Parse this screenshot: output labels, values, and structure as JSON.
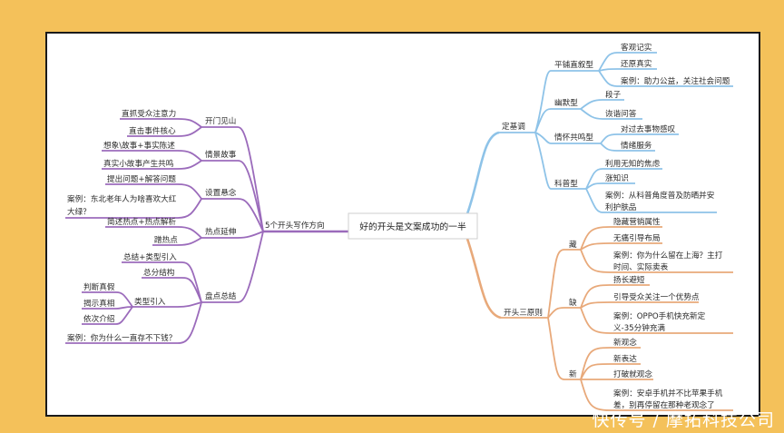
{
  "root": "好的开头是文案成功的一半",
  "right_branches": {
    "dingjidiao": {
      "label": "定基调",
      "pingpu": {
        "label": "平铺直叙型",
        "items": [
          "客观记实",
          "还原真实",
          "案例：助力公益，关注社会问题"
        ]
      },
      "youmo": {
        "label": "幽默型",
        "items": [
          "段子",
          "诙谐问答"
        ]
      },
      "qinghuai": {
        "label": "情怀共鸣型",
        "items": [
          "对过去事物感叹",
          "情绪服务"
        ]
      },
      "kepu": {
        "label": "科普型",
        "items": [
          "利用无知的焦虑",
          "涨知识",
          "案例：从科普角度普及防晒并安",
          "利护肤品"
        ]
      }
    },
    "santouze": {
      "label": "开头三原则",
      "cang": {
        "label": "藏",
        "items": [
          "隐藏营销属性",
          "无痛引导布局",
          "案例：你为什么留在上海？主打",
          "时间、实际卖表"
        ]
      },
      "que": {
        "label": "缺",
        "items": [
          "扬长避短",
          "引导受众关注一个优势点",
          "案例：OPPO手机快充新定",
          "义-35分钟充满"
        ]
      },
      "xin": {
        "label": "新",
        "items": [
          "新观念",
          "新表达",
          "打破就观念",
          "案例：安卓手机并不比苹果手机",
          "差，别再停留在那种老观念了"
        ]
      }
    }
  },
  "left_branch": {
    "label": "5个开头写作方向",
    "kaimen": {
      "label": "开门见山",
      "items": [
        "直抓受众注意力",
        "直击事件核心"
      ]
    },
    "qingjing": {
      "label": "情景故事",
      "items": [
        "想象\\故事+事实陈述",
        "真实小故事产生共鸣"
      ]
    },
    "xuannian": {
      "label": "设置悬念",
      "items": [
        "提出问题+解答问题",
        "案例：东北老年人为啥喜欢大红",
        "大绿？"
      ]
    },
    "redian": {
      "label": "热点延伸",
      "items": [
        "简述热点+热点解析",
        "蹭热点"
      ]
    },
    "pandian": {
      "label": "盘点总结",
      "items": [
        "总结+类型引入",
        "总分结构"
      ],
      "leixing": {
        "label": "类型引入",
        "items": [
          "判断真假",
          "揭示真相",
          "依次介绍"
        ]
      },
      "case": "案例：你为什么一直存不下钱？"
    }
  },
  "watermark": "快传号 / 摩拓科技公司",
  "colors": {
    "blue": "#8ec3e8",
    "orange": "#e8a97a",
    "purple": "#9b6bbb",
    "background": "#f4c15a"
  }
}
